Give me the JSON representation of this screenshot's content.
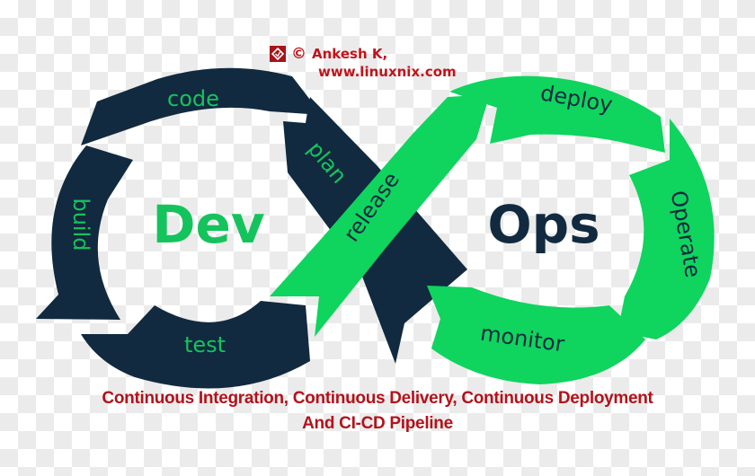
{
  "credit": {
    "copyright_symbol": "©",
    "author": "Ankesh K,",
    "website": "www.linuxnix.com",
    "logo_icon": "linuxnix-logo-icon"
  },
  "diagram": {
    "left_loop": {
      "center_label": "Dev",
      "segments": [
        "plan",
        "code",
        "build",
        "test"
      ]
    },
    "right_loop": {
      "center_label": "Ops",
      "segments": [
        "release",
        "deploy",
        "Operate",
        "monitor"
      ]
    },
    "colors": {
      "dev_navy": "#112a3f",
      "ops_green": "#0fd45e",
      "dev_text": "#15c35d",
      "ops_text": "#112a3f",
      "caption_red": "#b3121b"
    }
  },
  "caption": {
    "line1": "Continuous Integration, Continuous Delivery, Continuous Deployment",
    "line2": "And CI-CD Pipeline"
  }
}
